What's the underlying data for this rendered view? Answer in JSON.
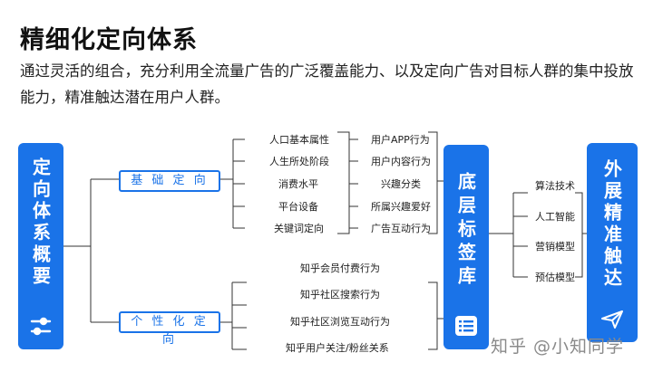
{
  "title": "精细化定向体系",
  "subtitle": "通过灵活的组合，充分利用全流量广告的广泛覆盖能力、以及定向广告对目标人群的集中投放能力，精准触达潜在用户人群。",
  "overview": {
    "label": "定向体系概要",
    "icon": "sliders-icon"
  },
  "basic": {
    "label": "基 础 定 向",
    "items": [
      "人口基本属性",
      "人生所处阶段",
      "消费水平",
      "平台设备",
      "关键词定向"
    ]
  },
  "user_behavior": {
    "items": [
      "用户APP行为",
      "用户内容行为",
      "兴趣分类",
      "所属兴趣爱好",
      "广告互动行为"
    ]
  },
  "personal": {
    "label": "个 性 化 定 向",
    "items": [
      "知乎会员付费行为",
      "知乎社区搜索行为",
      "知乎社区浏览互动行为",
      "知乎用户关注/粉丝关系"
    ]
  },
  "bottom_tag": {
    "label": "底层标签库",
    "icon": "list-icon"
  },
  "tech": {
    "items": [
      "算法技术",
      "人工智能",
      "营销模型",
      "预估模型"
    ]
  },
  "expand": {
    "label": "外展精准触达",
    "icon": "send-icon"
  },
  "watermark": "知乎 @小知同学",
  "colors": {
    "accent": "#1a73e8",
    "line": "#333333"
  }
}
